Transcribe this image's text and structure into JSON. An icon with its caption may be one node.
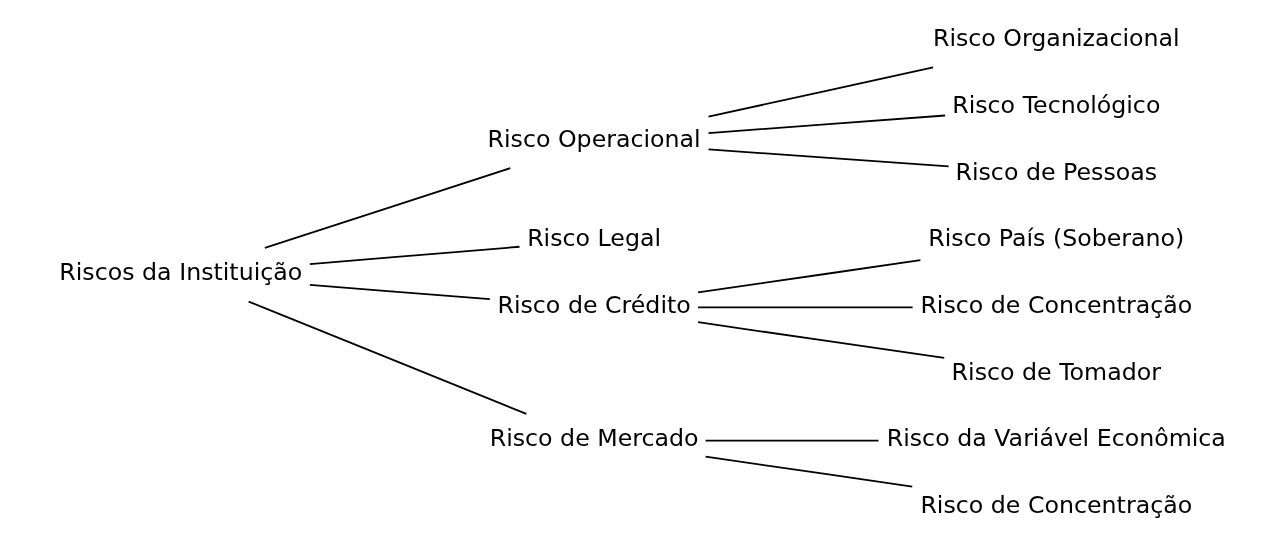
{
  "diagram": {
    "nodes": [
      {
        "text": [
          "Riscos da Instituição"
        ]
      },
      {
        "text": [
          "Risco Operacional"
        ]
      },
      {
        "text": [
          "Risco Organizacional"
        ]
      },
      {
        "text": [
          "Risco Tecnológico"
        ]
      },
      {
        "text": [
          "Risco de Pessoas"
        ]
      },
      {
        "text": [
          "Risco Legal"
        ]
      },
      {
        "text": [
          "Risco de Crédito"
        ]
      },
      {
        "text": [
          "Risco País (Soberano)"
        ]
      },
      {
        "text": [
          "Risco de Concentração"
        ]
      },
      {
        "text": [
          "Risco de Tomador"
        ]
      },
      {
        "text": [
          "Risco de Mercado"
        ]
      },
      {
        "text": [
          "Risco da Variável Econômica"
        ]
      },
      {
        "text": [
          "Risco de Concentração"
        ]
      }
    ],
    "edges": [
      {
        "from": 0,
        "to": 1,
        "arrow": "none"
      },
      {
        "from": 0,
        "to": 5,
        "arrow": "none"
      },
      {
        "from": 0,
        "to": 6,
        "arrow": "none"
      },
      {
        "from": 0,
        "to": 10,
        "arrow": "none"
      },
      {
        "from": 1,
        "to": 2,
        "arrow": "none"
      },
      {
        "from": 1,
        "to": 3,
        "arrow": "none"
      },
      {
        "from": 1,
        "to": 4,
        "arrow": "none"
      },
      {
        "from": 6,
        "to": 7,
        "arrow": "none"
      },
      {
        "from": 6,
        "to": 8,
        "arrow": "none"
      },
      {
        "from": 6,
        "to": 9,
        "arrow": "none"
      },
      {
        "from": 10,
        "to": 11,
        "arrow": "none"
      },
      {
        "from": 10,
        "to": 12,
        "arrow": "none"
      }
    ]
  }
}
